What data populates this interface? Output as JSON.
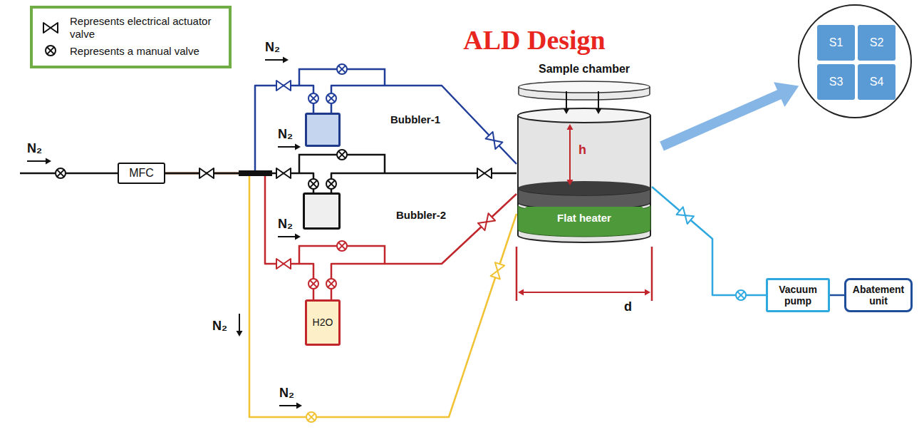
{
  "diagram": {
    "title": "ALD Design",
    "nodes": [
      {
        "text": [
          "MFC"
        ]
      },
      {
        "text": [
          "Bubbler-1"
        ]
      },
      {
        "text": [
          "Bubbler-2"
        ]
      },
      {
        "text": [
          "H2O"
        ]
      },
      {
        "text": [
          "Sample chamber"
        ]
      },
      {
        "text": [
          "Flat heater"
        ],
        "in": 4
      },
      {
        "text": [
          "Vacuum pump"
        ]
      },
      {
        "text": [
          "Abatement unit"
        ]
      },
      {
        "text": []
      },
      {
        "text": [
          "S1"
        ],
        "in": 8
      },
      {
        "text": [
          "S2"
        ],
        "in": 8
      },
      {
        "text": [
          "S3"
        ],
        "in": 8
      },
      {
        "text": [
          "S4"
        ],
        "in": 8
      }
    ],
    "edges": [
      {
        "from": 0,
        "to": 1,
        "arrow": "none"
      },
      {
        "from": 0,
        "to": 2,
        "arrow": "none"
      },
      {
        "from": 0,
        "to": 3,
        "arrow": "none"
      },
      {
        "from": 0,
        "to": 4,
        "arrow": "none"
      },
      {
        "from": 1,
        "to": 4,
        "arrow": "none"
      },
      {
        "from": 2,
        "to": 4,
        "arrow": "none"
      },
      {
        "from": 3,
        "to": 4,
        "arrow": "none"
      },
      {
        "from": 4,
        "to": 6,
        "arrow": "none"
      },
      {
        "from": 6,
        "to": 7,
        "arrow": "none"
      },
      {
        "from": 4,
        "to": 8,
        "arrow": "to"
      }
    ],
    "labels": [
      "N₂",
      "N₂",
      "N₂",
      "N₂",
      "N₂",
      "N₂",
      "h",
      "d"
    ],
    "legend": [
      {
        "text": "Represents electrical actuator valve"
      },
      {
        "text": "Represents a manual valve"
      }
    ]
  }
}
